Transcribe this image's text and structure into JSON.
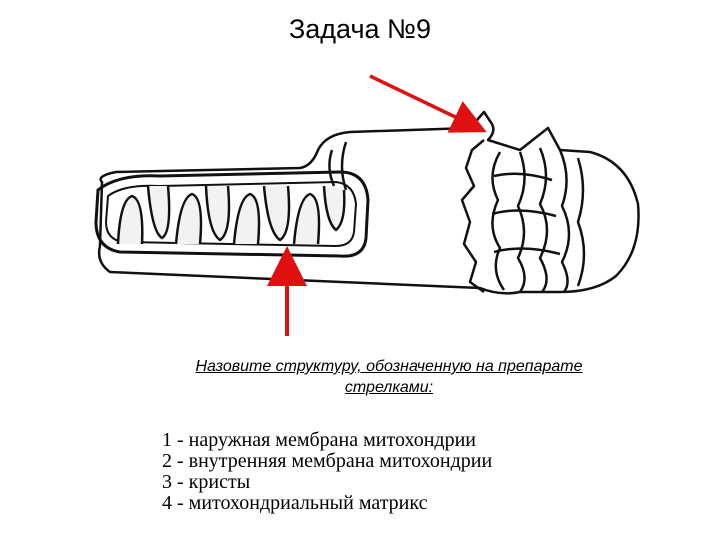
{
  "title": "Задача №9",
  "question": "Назовите структуру, обозначенную на препарате стрелками:",
  "options": [
    "1 - наружная мембрана митохондрии",
    "2 - внутренняя мембрана митохондрии",
    "3 - кристы",
    "4 - митохондриальный матрикс"
  ],
  "colors": {
    "arrow": "#e01010",
    "ink": "#111111"
  }
}
